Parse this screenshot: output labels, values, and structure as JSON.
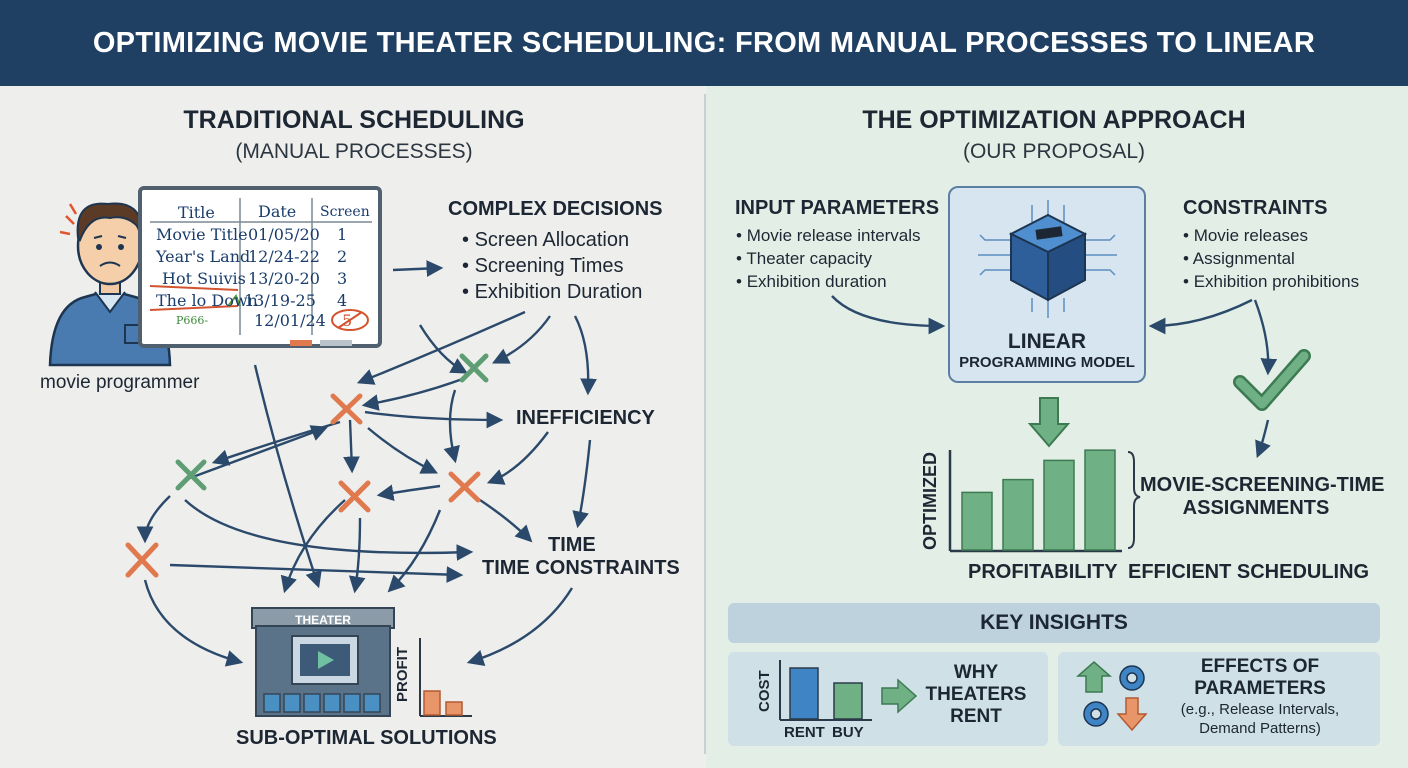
{
  "title": "OPTIMIZING MOVIE THEATER SCHEDULING: FROM MANUAL PROCESSES TO LINEAR PROGRAMMING",
  "left": {
    "title": "TRADITIONAL SCHEDULING",
    "subtitle": "(MANUAL PROCESSES)",
    "person_label": "movie programmer",
    "whiteboard": {
      "headers": [
        "Title",
        "Date",
        "Screen"
      ],
      "rows": [
        [
          "Movie Title",
          "01/05/20",
          "1"
        ],
        [
          "Year's Land",
          "12/24-22",
          "2"
        ],
        [
          "Hot Suivis",
          "13/20-20",
          "3"
        ],
        [
          "The lo Down",
          "13/19-25",
          "4"
        ],
        [
          "P666-",
          "12/01/24",
          "5"
        ]
      ]
    },
    "complex_decisions": {
      "heading": "COMPLEX DECISIONS",
      "items": [
        "Screen Allocation",
        "Screening Times",
        "Exhibition Duration"
      ]
    },
    "inefficiency": "INEFFICIENCY",
    "time_label": "TIME",
    "time_constraints": "TIME CONSTRAINTS",
    "theater_sign": "THEATER",
    "profit_label": "PROFIT",
    "suboptimal": "SUB-OPTIMAL SOLUTIONS"
  },
  "right": {
    "title": "THE OPTIMIZATION APPROACH",
    "subtitle": "(OUR PROPOSAL)",
    "input_params": {
      "heading": "INPUT PARAMETERS",
      "items": [
        "Movie release intervals",
        "Theater capacity",
        "Exhibition duration"
      ]
    },
    "constraints": {
      "heading": "CONSTRAINTS",
      "items": [
        "Movie releases",
        "Assignmental",
        "Exhibition prohibitions"
      ]
    },
    "lp_model": {
      "line1": "LINEAR",
      "line2": "PROGRAMMING MODEL"
    },
    "chart_data": {
      "type": "bar",
      "values": [
        0.45,
        0.55,
        0.7,
        0.78
      ],
      "ylabel": "OPTIMIZED",
      "xlabel": "PROFITABILITY"
    },
    "assignments": {
      "line1": "MOVIE-SCREENING-TIME",
      "line2": "ASSIGNMENTS"
    },
    "efficient": "EFFICIENT SCHEDULING",
    "key_insights": {
      "heading": "KEY INSIGHTS",
      "rent_buy": {
        "cost_label": "COST",
        "rent_label": "RENT",
        "buy_label": "BUY",
        "values": [
          0.85,
          0.6
        ],
        "why_line1": "WHY",
        "why_line2": "THEATERS",
        "why_line3": "RENT"
      },
      "effects": {
        "line1": "EFFECTS OF",
        "line2": "PARAMETERS",
        "line3": "(e.g., Release Intervals,",
        "line4": "Demand Patterns)"
      }
    }
  },
  "colors": {
    "header_bg": "#1f3f63",
    "arrow": "#2b4a6b",
    "orange_x": "#e07a4e",
    "green": "#5f9e74",
    "green_fill": "#6fb184",
    "blue_bar": "#3f85c6"
  }
}
